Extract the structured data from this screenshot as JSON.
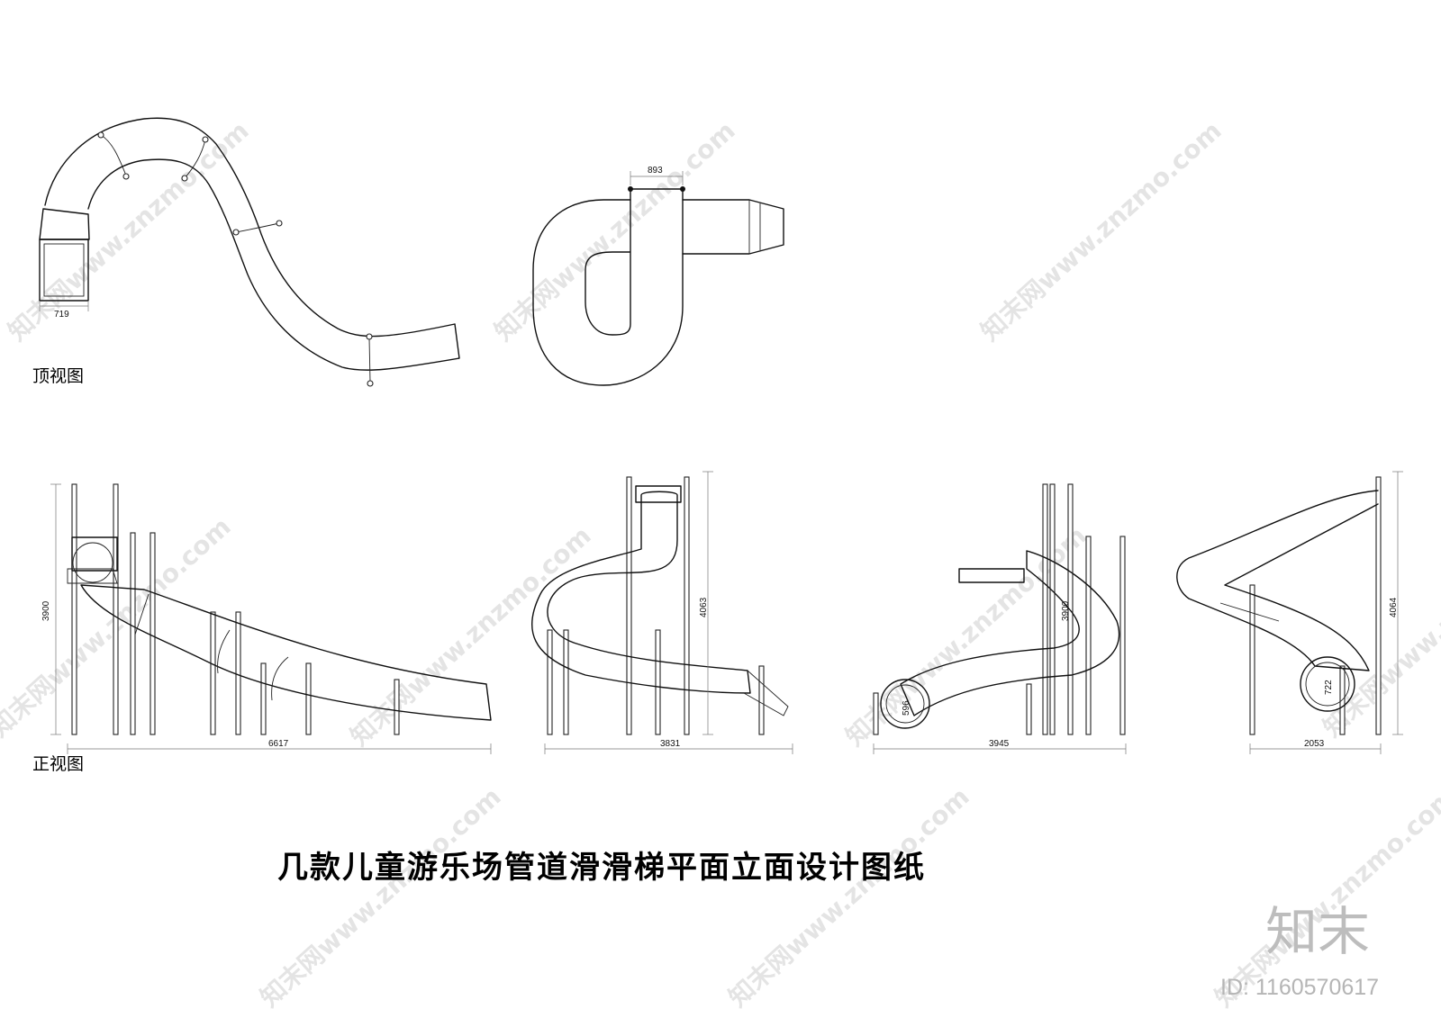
{
  "title": "几款儿童游乐场管道滑滑梯平面立面设计图纸",
  "labels": {
    "top_view": "顶视图",
    "front_view": "正视图"
  },
  "dimensions": {
    "top1_width": "719",
    "top2_width": "893",
    "front1_height": "3900",
    "front1_width": "6617",
    "front2_height": "4063",
    "front2_width": "3831",
    "front3_height": "3900",
    "front3_width": "3945",
    "front3_tube_dia": "596",
    "front4_height": "4064",
    "front4_width": "2053",
    "front4_tube_dia": "722"
  },
  "watermark": {
    "site": "知末网www.znzmo.com",
    "logo": "知末",
    "id": "ID: 1160570617"
  },
  "colors": {
    "line": "#111111",
    "watermark": "#cfcfcf"
  }
}
